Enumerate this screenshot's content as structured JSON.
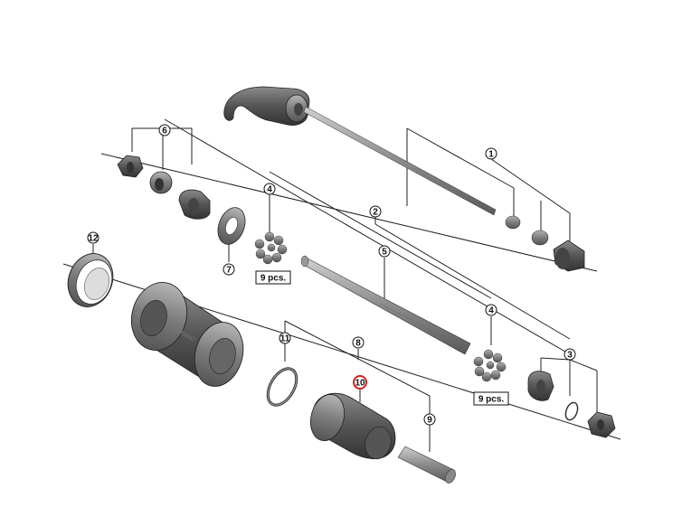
{
  "callouts": {
    "c1": "1",
    "c2": "2",
    "c3": "3",
    "c4a": "4",
    "c4b": "4",
    "c5": "5",
    "c6": "6",
    "c7": "7",
    "c8": "8",
    "c9": "9",
    "c10": "10",
    "c11": "11",
    "c12": "12"
  },
  "notes": {
    "ball_count_a": "9 pcs.",
    "ball_count_b": "9 pcs."
  },
  "brand": "SHIMANO",
  "colors": {
    "part_dark": "#4a4a4a",
    "part_mid": "#7a7a7a",
    "part_light": "#a8a8a8",
    "highlight": "#d42020"
  }
}
